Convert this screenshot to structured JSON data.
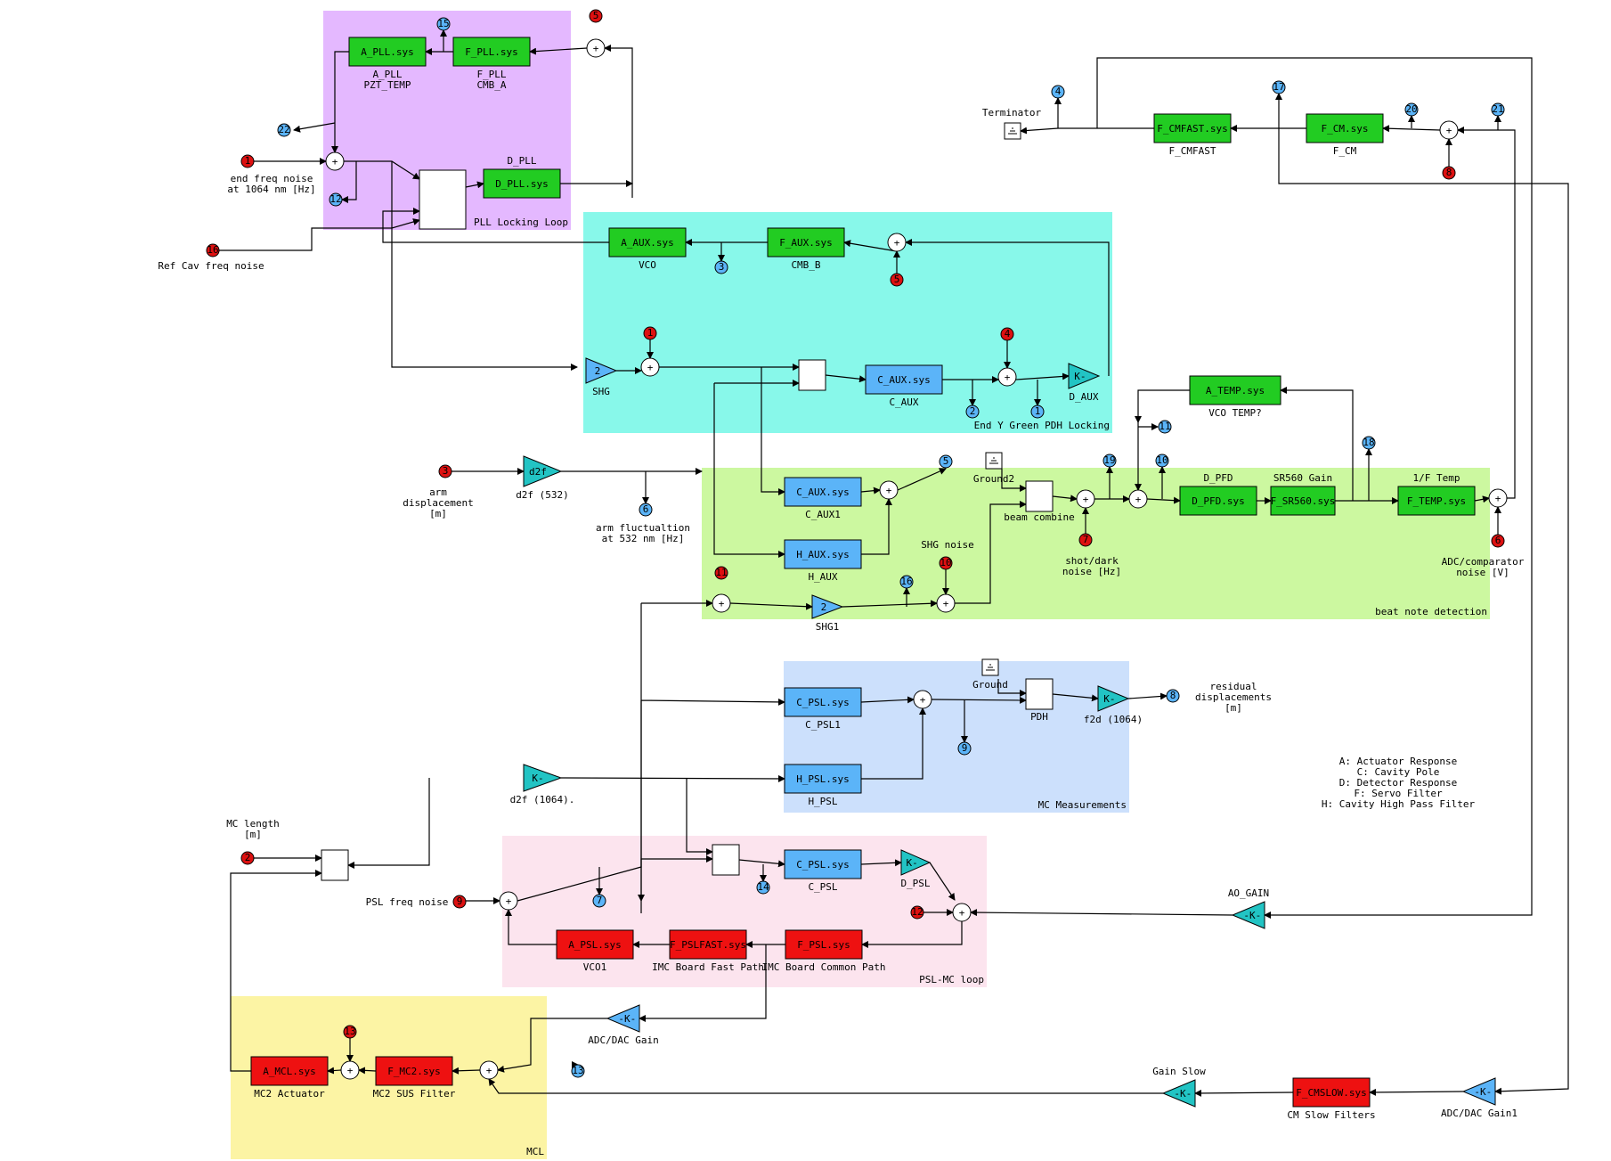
{
  "regions": [
    {
      "id": "pll",
      "label": "PLL Locking Loop",
      "color": "#e4b8ff"
    },
    {
      "id": "aux",
      "label": "End Y Green PDH Locking",
      "color": "#88f8ea"
    },
    {
      "id": "beat",
      "label": "beat note detection",
      "color": "#ccf8a0"
    },
    {
      "id": "mcm",
      "label": "MC Measurements",
      "color": "#cce0fc"
    },
    {
      "id": "psl",
      "label": "PSL-MC loop",
      "color": "#fce4ee"
    },
    {
      "id": "mcl",
      "label": "MCL",
      "color": "#fcf4a4"
    }
  ],
  "blocks": [
    {
      "id": "a_pll",
      "text": "A_PLL.sys",
      "color": "#22cc22",
      "label": "A_PLL\nPZT_TEMP"
    },
    {
      "id": "f_pll",
      "text": "F_PLL.sys",
      "color": "#22cc22",
      "label": "F_PLL\nCMB_A"
    },
    {
      "id": "d_pll",
      "text": "D_PLL.sys",
      "color": "#22cc22",
      "label": "D_PLL"
    },
    {
      "id": "a_aux",
      "text": "A_AUX.sys",
      "color": "#22cc22",
      "label": "VCO"
    },
    {
      "id": "f_aux",
      "text": "F_AUX.sys",
      "color": "#22cc22",
      "label": "CMB_B"
    },
    {
      "id": "c_aux",
      "text": "C_AUX.sys",
      "color": "#5bb4f8",
      "label": "C_AUX"
    },
    {
      "id": "c_aux1",
      "text": "C_AUX.sys",
      "color": "#5bb4f8",
      "label": "C_AUX1"
    },
    {
      "id": "h_aux",
      "text": "H_AUX.sys",
      "color": "#5bb4f8",
      "label": "H_AUX"
    },
    {
      "id": "a_temp",
      "text": "A_TEMP.sys",
      "color": "#22cc22",
      "label": "VCO TEMP?"
    },
    {
      "id": "d_pfd",
      "text": "D_PFD.sys",
      "color": "#22cc22",
      "label": "D_PFD"
    },
    {
      "id": "f_sr560",
      "text": "F_SR560.sys",
      "color": "#22cc22",
      "label": "SR560 Gain"
    },
    {
      "id": "f_temp",
      "text": "F_TEMP.sys",
      "color": "#22cc22",
      "label": "1/F Temp"
    },
    {
      "id": "f_cmfast",
      "text": "F_CMFAST.sys",
      "color": "#22cc22",
      "label": "F_CMFAST"
    },
    {
      "id": "f_cm",
      "text": "F_CM.sys",
      "color": "#22cc22",
      "label": "F_CM"
    },
    {
      "id": "c_psl1",
      "text": "C_PSL.sys",
      "color": "#5bb4f8",
      "label": "C_PSL1"
    },
    {
      "id": "h_psl",
      "text": "H_PSL.sys",
      "color": "#5bb4f8",
      "label": "H_PSL"
    },
    {
      "id": "c_psl",
      "text": "C_PSL.sys",
      "color": "#5bb4f8",
      "label": "C_PSL"
    },
    {
      "id": "a_psl",
      "text": "A_PSL.sys",
      "color": "#ee1111",
      "label": "VCO1"
    },
    {
      "id": "f_pslfast",
      "text": "F_PSLFAST.sys",
      "color": "#ee1111",
      "label": "IMC Board Fast Path"
    },
    {
      "id": "f_psl",
      "text": "F_PSL.sys",
      "color": "#ee1111",
      "label": "IMC Board Common Path"
    },
    {
      "id": "a_mcl",
      "text": "A_MCL.sys",
      "color": "#ee1111",
      "label": "MC2 Actuator"
    },
    {
      "id": "f_mc2",
      "text": "F_MC2.sys",
      "color": "#ee1111",
      "label": "MC2 SUS Filter"
    },
    {
      "id": "f_cmslow",
      "text": "F_CMSLOW.sys",
      "color": "#ee1111",
      "label": "CM Slow Filters"
    }
  ],
  "gains": [
    {
      "id": "shg",
      "text": "2",
      "label": "SHG",
      "color": "#5bb4f8"
    },
    {
      "id": "d_aux",
      "text": "K-",
      "label": "D_AUX",
      "color": "#22c4c4"
    },
    {
      "id": "d2f532",
      "text": "d2f",
      "label": "d2f (532)",
      "color": "#22c4c4"
    },
    {
      "id": "shg1",
      "text": "2",
      "label": "SHG1",
      "color": "#5bb4f8"
    },
    {
      "id": "f2d",
      "text": "K-",
      "label": "f2d (1064)",
      "color": "#22c4c4"
    },
    {
      "id": "d2f1064",
      "text": "K-",
      "label": "d2f (1064).",
      "color": "#22c4c4"
    },
    {
      "id": "d_psl",
      "text": "K-",
      "label": "D_PSL",
      "color": "#22c4c4"
    },
    {
      "id": "ao_gain",
      "text": "-K-",
      "label": "AO_GAIN",
      "color": "#22c4c4"
    },
    {
      "id": "adc_dac",
      "text": "-K-",
      "label": "ADC/DAC Gain",
      "color": "#5bb4f8"
    },
    {
      "id": "gain_slow",
      "text": "-K-",
      "label": "Gain Slow",
      "color": "#22c4c4"
    },
    {
      "id": "adc_dac1",
      "text": "-K-",
      "label": "ADC/DAC Gain1",
      "color": "#5bb4f8"
    }
  ],
  "inputs": [
    {
      "id": "in5_top",
      "num": "5"
    },
    {
      "id": "in_endfreq",
      "num": "1"
    },
    {
      "id": "in_refcav",
      "num": "16"
    },
    {
      "id": "in_aux_f",
      "num": "5"
    },
    {
      "id": "in_shg_sum",
      "num": "1"
    },
    {
      "id": "in_caux_sum",
      "num": "4"
    },
    {
      "id": "in_arm",
      "num": "3"
    },
    {
      "id": "in_shot",
      "num": "7"
    },
    {
      "id": "in_beat_sum",
      "num": "11"
    },
    {
      "id": "in_shgnoise",
      "num": "10"
    },
    {
      "id": "in_adc",
      "num": "6"
    },
    {
      "id": "in_cm_sum",
      "num": "8"
    },
    {
      "id": "in_mc",
      "num": "2"
    },
    {
      "id": "in_psl",
      "num": "9"
    },
    {
      "id": "in_psl_sum",
      "num": "12"
    },
    {
      "id": "in_mcl",
      "num": "13"
    }
  ],
  "outputs": [
    {
      "id": "o15",
      "num": "15"
    },
    {
      "id": "o22",
      "num": "22"
    },
    {
      "id": "o12",
      "num": "12"
    },
    {
      "id": "o3",
      "num": "3"
    },
    {
      "id": "o2",
      "num": "2"
    },
    {
      "id": "o1",
      "num": "1"
    },
    {
      "id": "o4",
      "num": "4"
    },
    {
      "id": "o17",
      "num": "17"
    },
    {
      "id": "o20",
      "num": "20"
    },
    {
      "id": "o21",
      "num": "21"
    },
    {
      "id": "o11",
      "num": "11"
    },
    {
      "id": "o19",
      "num": "19"
    },
    {
      "id": "o10",
      "num": "10"
    },
    {
      "id": "o18",
      "num": "18"
    },
    {
      "id": "o5",
      "num": "5"
    },
    {
      "id": "o6",
      "num": "6"
    },
    {
      "id": "o16",
      "num": "16"
    },
    {
      "id": "o8",
      "num": "8"
    },
    {
      "id": "o9",
      "num": "9"
    },
    {
      "id": "o7",
      "num": "7"
    },
    {
      "id": "o14",
      "num": "14"
    },
    {
      "id": "o13",
      "num": "13"
    }
  ],
  "labels": {
    "end_freq": "end freq noise\nat 1064 nm [Hz]",
    "ref_cav": "Ref Cav freq noise",
    "arm_disp": "arm\ndisplacement\n[m]",
    "arm_fluct": "arm fluctualtion\nat 532 nm [Hz]",
    "shot": "shot/dark\nnoise [Hz]",
    "shg_noise": "SHG noise",
    "beam_combine": "beam combine",
    "ground2": "Ground2",
    "ground": "Ground",
    "terminator": "Terminator",
    "adc_noise": "ADC/comparator\nnoise [V]",
    "residual": "residual\ndisplacements\n[m]",
    "pdh": "PDH",
    "mc_length": "MC length\n[m]",
    "psl_freq": "PSL freq noise",
    "legend": "A: Actuator Response\nC: Cavity Pole\nD: Detector Response\nF: Servo Filter\nH: Cavity High Pass Filter"
  }
}
